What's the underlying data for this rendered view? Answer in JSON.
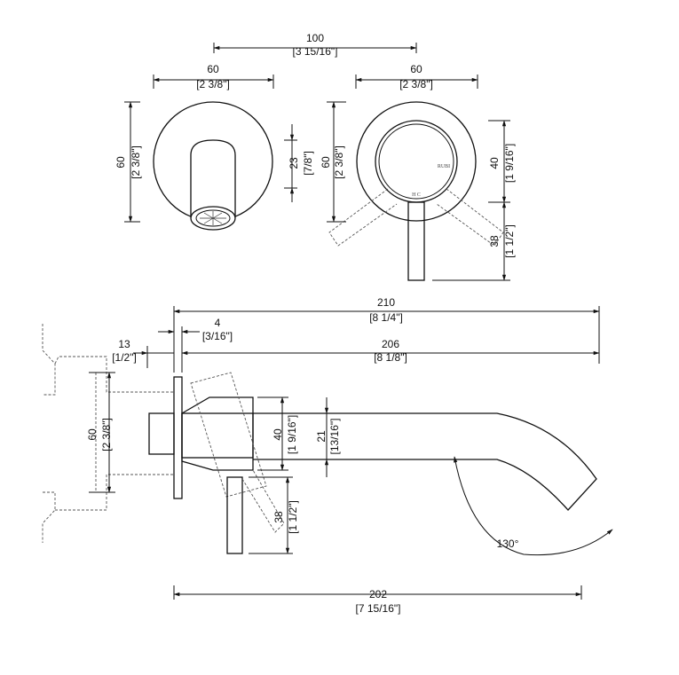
{
  "top_views": {
    "overall_width": {
      "value": "100",
      "imperial": "[3 15/16\"]"
    },
    "spout_plate_width": {
      "value": "60",
      "imperial": "[2 3/8\"]"
    },
    "spout_plate_height": {
      "value": "60",
      "imperial": "[2 3/8\"]"
    },
    "spout_offset": {
      "value": "23",
      "imperial": "[7/8\"]"
    },
    "handle_plate_width": {
      "value": "60",
      "imperial": "[2 3/8\"]"
    },
    "handle_plate_height": {
      "value": "60",
      "imperial": "[2 3/8\"]"
    },
    "handle_inner_dia": {
      "value": "40",
      "imperial": "[1 9/16\"]"
    },
    "handle_length": {
      "value": "38",
      "imperial": "[1 1/2\"]"
    },
    "logo_text": "RUBI",
    "hot_cold_mark": "H  C"
  },
  "side_view": {
    "overall_length": {
      "value": "210",
      "imperial": "[8 1/4\"]"
    },
    "plate_thickness": {
      "value": "4",
      "imperial": "[3/16\"]"
    },
    "wall_offset": {
      "value": "13",
      "imperial": "[1/2\"]"
    },
    "spout_length": {
      "value": "206",
      "imperial": "[8 1/8\"]"
    },
    "body_height": {
      "value": "60",
      "imperial": "[2 3/8\"]"
    },
    "handle_body_height": {
      "value": "40",
      "imperial": "[1 9/16\"]"
    },
    "spout_height": {
      "value": "21",
      "imperial": "[13/16\"]"
    },
    "lever_length": {
      "value": "38",
      "imperial": "[1 1/2\"]"
    },
    "rotation_angle": "130°",
    "reach": {
      "value": "202",
      "imperial": "[7 15/16\"]"
    }
  }
}
